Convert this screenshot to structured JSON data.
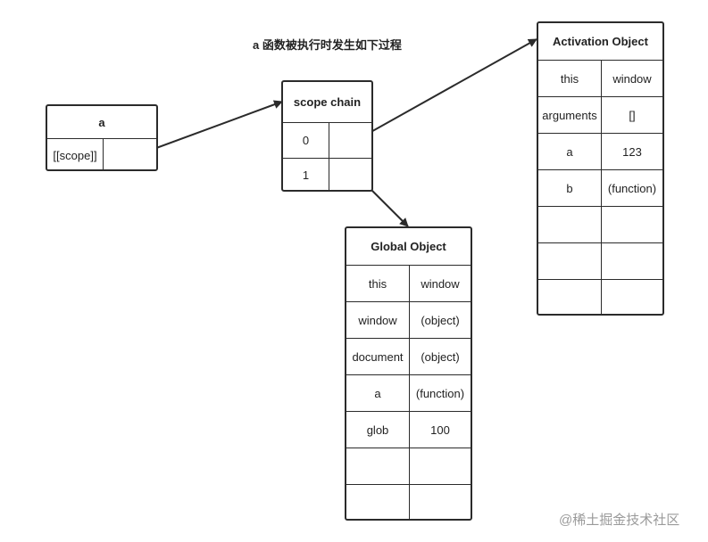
{
  "title": "a 函数被执行时发生如下过程",
  "a_box": {
    "header": "a",
    "rows": [
      {
        "key": "[[scope]]",
        "value": ""
      }
    ]
  },
  "scope_chain": {
    "header": "scope chain",
    "rows": [
      {
        "key": "0",
        "value": ""
      },
      {
        "key": "1",
        "value": ""
      }
    ]
  },
  "activation_object": {
    "header": "Activation Object",
    "rows": [
      {
        "key": "this",
        "value": "window"
      },
      {
        "key": "arguments",
        "value": "[]"
      },
      {
        "key": "a",
        "value": "123"
      },
      {
        "key": "b",
        "value": "(function)"
      },
      {
        "key": "",
        "value": ""
      },
      {
        "key": "",
        "value": ""
      },
      {
        "key": "",
        "value": ""
      }
    ]
  },
  "global_object": {
    "header": "Global Object",
    "rows": [
      {
        "key": "this",
        "value": "window"
      },
      {
        "key": "window",
        "value": "(object)"
      },
      {
        "key": "document",
        "value": "(object)"
      },
      {
        "key": "a",
        "value": "(function)"
      },
      {
        "key": "glob",
        "value": "100"
      },
      {
        "key": "",
        "value": ""
      },
      {
        "key": "",
        "value": ""
      }
    ]
  },
  "watermark": "@稀土掘金技术社区"
}
